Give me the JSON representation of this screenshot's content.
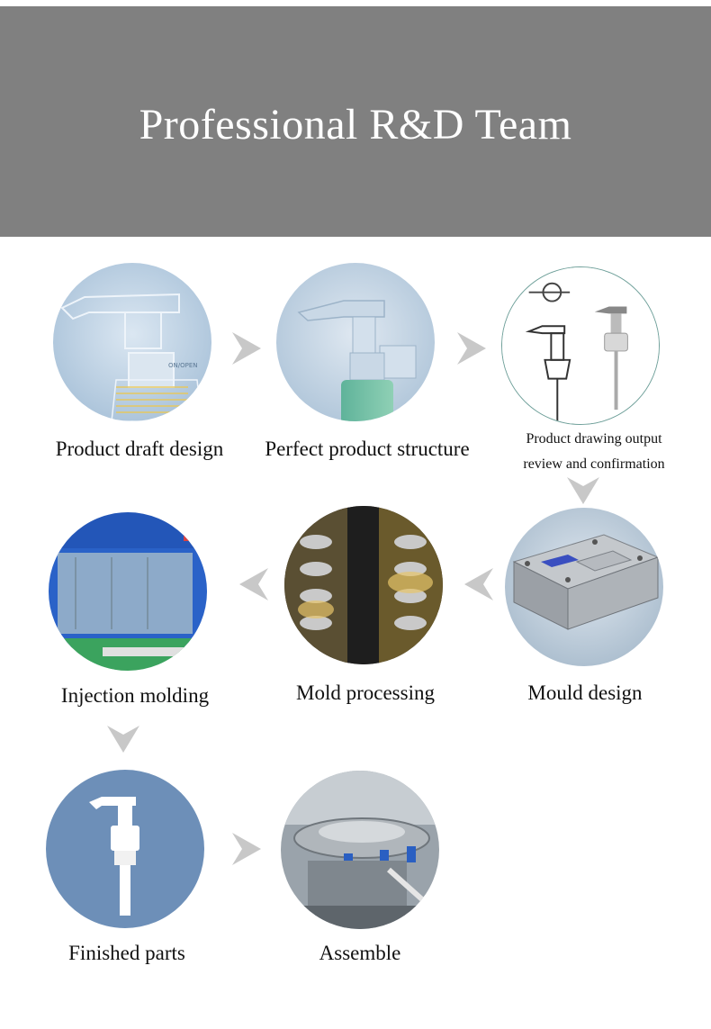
{
  "header": {
    "title": "Professional R&D Team"
  },
  "steps": [
    {
      "label": "Product draft design",
      "image": "pump-draft-sketch"
    },
    {
      "label": "Perfect product structure",
      "image": "transparent-pump-render"
    },
    {
      "label_line1": "Product drawing output",
      "label_line2": "review and confirmation",
      "image": "pump-technical-drawing"
    },
    {
      "label": "Mould design",
      "image": "mould-3d-model"
    },
    {
      "label": "Mold processing",
      "image": "machined-mold-cavities"
    },
    {
      "label": "Injection molding",
      "image": "injection-molding-machine"
    },
    {
      "label": "Finished parts",
      "image": "white-lotion-pump"
    },
    {
      "label": "Assemble",
      "image": "assembly-machine"
    }
  ],
  "icons": {
    "arrow": "chevron-arrow-icon"
  },
  "colors": {
    "banner": "#808080",
    "arrow": "#c8c8c8",
    "finished_bg": "#6d8fb8"
  }
}
